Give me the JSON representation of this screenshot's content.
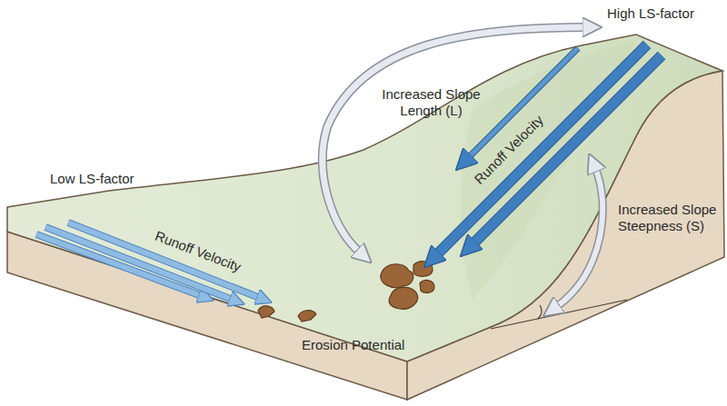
{
  "diagram": {
    "labels": [
      "High LS-factor",
      "Increased Slope Length (L)",
      "Low LS-factor",
      "Runoff Velocity",
      "Increased Slope Steepness (S)",
      "Runoff Velocity",
      "Erosion Potential"
    ]
  }
}
